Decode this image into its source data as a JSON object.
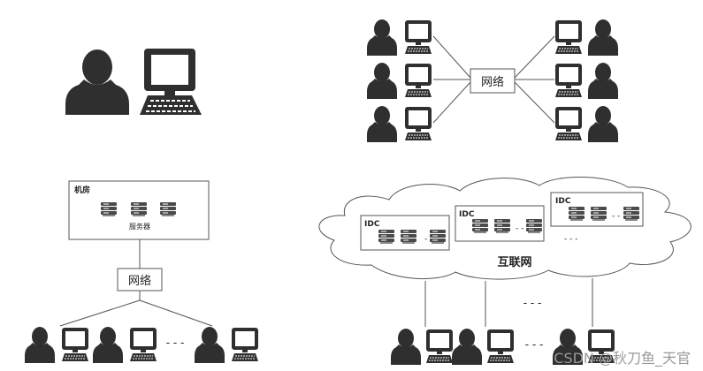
{
  "panel_b": {
    "network_label": "网络"
  },
  "panel_c": {
    "room_label": "机房",
    "servers_label": "服务器",
    "network_label": "网络",
    "ellipsis": "- - -"
  },
  "panel_d": {
    "cloud_label": "互联网",
    "idc_label": "IDC",
    "row_ellipsis": "- - -",
    "line_ellipsis": "- - -",
    "bottom_ellipsis": "- - -"
  },
  "watermark": "CSDN @秋刀鱼_天官"
}
